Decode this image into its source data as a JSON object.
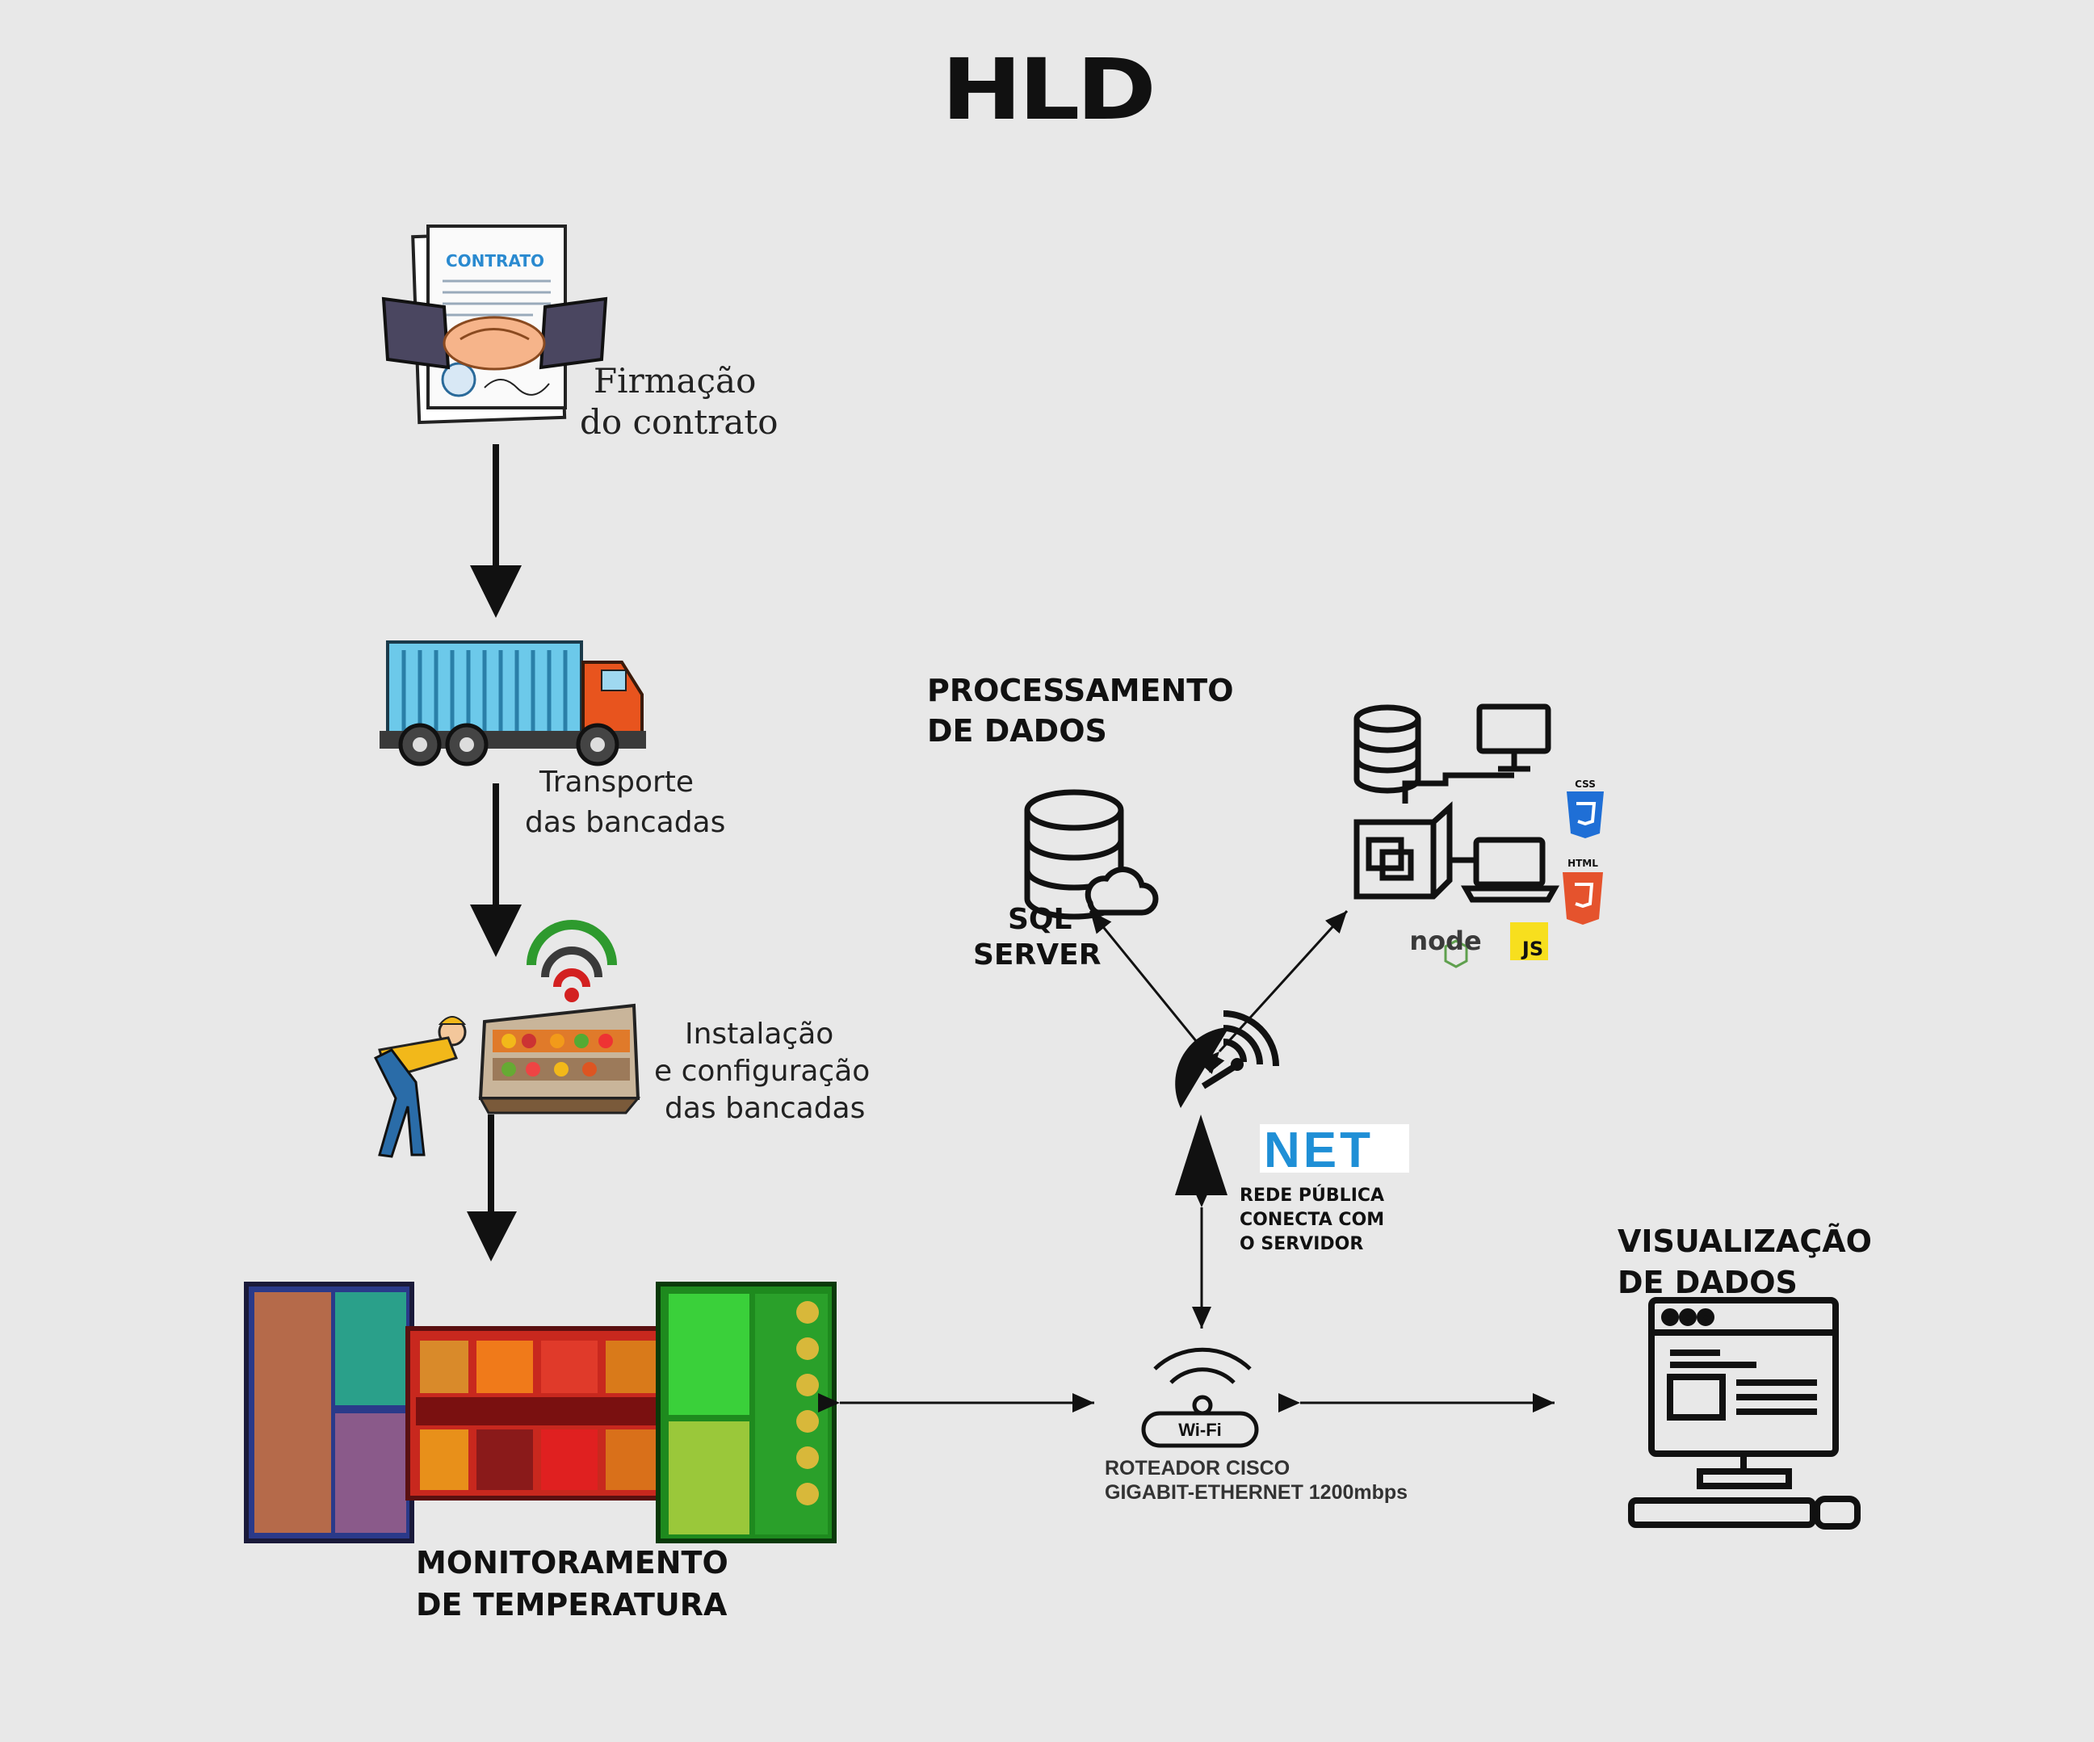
{
  "title": "HLD",
  "flow": {
    "contract": {
      "badge": "CONTRATO",
      "label_line1": "Firmação",
      "label_line2": "do contrato"
    },
    "transport": {
      "label_line1": "Transporte",
      "label_line2": "das bancadas"
    },
    "install": {
      "label_line1": "Instalação",
      "label_line2": "e configuração",
      "label_line3": "das bancadas"
    },
    "monitoring": {
      "label_line1": "MONITORAMENTO",
      "label_line2": "DE TEMPERATURA"
    }
  },
  "processing": {
    "heading_line1": "PROCESSAMENTO",
    "heading_line2": "DE DADOS",
    "sql_line1": "SQL",
    "sql_line2": "SERVER",
    "tech": {
      "css": "CSS",
      "html": "HTML",
      "node": "node",
      "js": "JS"
    }
  },
  "network": {
    "net_logo": "NET",
    "caption_line1": "REDE PÚBLICA",
    "caption_line2": "CONECTA COM",
    "caption_line3": "O SERVIDOR"
  },
  "router": {
    "wifi_badge": "Wi-Fi",
    "caption_line1": "ROTEADOR CISCO",
    "caption_line2": "GIGABIT-ETHERNET 1200mbps"
  },
  "visualization": {
    "heading_line1": "VISUALIZAÇÃO",
    "heading_line2": "DE DADOS"
  },
  "colors": {
    "background": "#e8e8e8",
    "net_blue": "#1f8fd6",
    "truck_container": "#6cc9ea",
    "truck_cab": "#e8541e",
    "css_blue": "#1f6fd6",
    "html_orange": "#e5532d",
    "js_yellow": "#f7df1e",
    "wifi_green": "#2e9a2e",
    "wifi_red": "#d32020"
  }
}
